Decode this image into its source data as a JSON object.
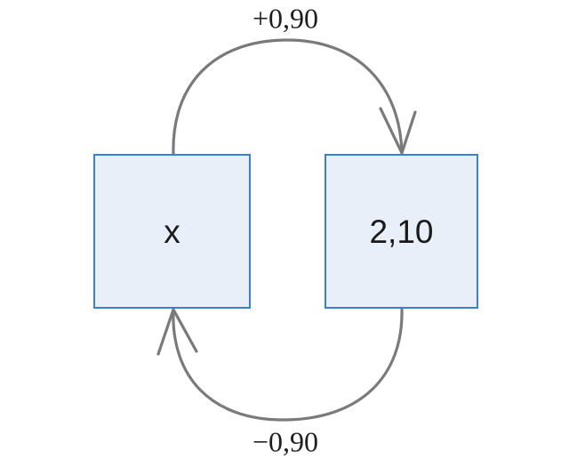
{
  "diagram": {
    "type": "state-transition-diagram",
    "background_color": "#ffffff",
    "nodes": [
      {
        "id": "node-x",
        "label": "x",
        "fill_color": "#e8eff8",
        "border_color": "#3a7fd0"
      },
      {
        "id": "node-value",
        "label": "2,10",
        "fill_color": "#e8eff8",
        "border_color": "#3a7fd0"
      }
    ],
    "edges": [
      {
        "id": "edge-top",
        "label": "+0,90",
        "from": "node-x",
        "to": "node-value",
        "direction": "left-to-right",
        "stroke_color": "#7a7a7a"
      },
      {
        "id": "edge-bottom",
        "label": "−0,90",
        "from": "node-value",
        "to": "node-x",
        "direction": "right-to-left",
        "stroke_color": "#7a7a7a"
      }
    ]
  }
}
